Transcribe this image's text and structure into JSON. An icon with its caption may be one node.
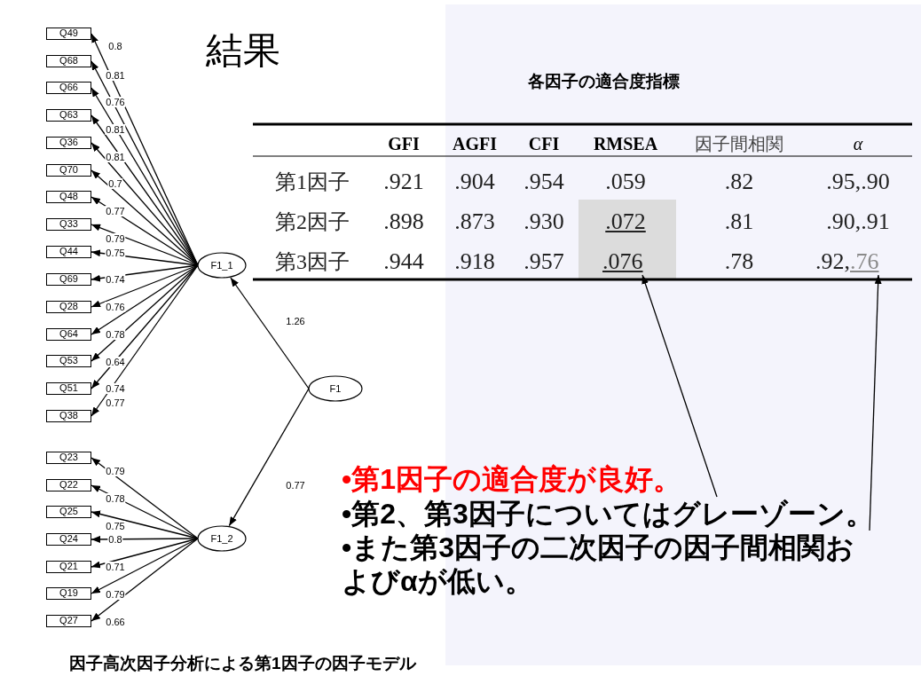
{
  "diagram": {
    "title": "結果",
    "caption": "因子高次因子分析による第1因子の因子モデル",
    "nodes": [
      {
        "text": [
          "Q49"
        ]
      },
      {
        "text": [
          "Q68"
        ]
      },
      {
        "text": [
          "Q66"
        ]
      },
      {
        "text": [
          "Q63"
        ]
      },
      {
        "text": [
          "Q36"
        ]
      },
      {
        "text": [
          "Q70"
        ]
      },
      {
        "text": [
          "Q48"
        ]
      },
      {
        "text": [
          "Q33"
        ]
      },
      {
        "text": [
          "Q44"
        ]
      },
      {
        "text": [
          "Q69"
        ]
      },
      {
        "text": [
          "Q28"
        ]
      },
      {
        "text": [
          "Q64"
        ]
      },
      {
        "text": [
          "Q53"
        ]
      },
      {
        "text": [
          "Q51"
        ]
      },
      {
        "text": [
          "Q38"
        ]
      },
      {
        "text": [
          "F1_1"
        ]
      },
      {
        "text": [
          "F1"
        ]
      },
      {
        "text": [
          "Q23"
        ]
      },
      {
        "text": [
          "Q22"
        ]
      },
      {
        "text": [
          "Q25"
        ]
      },
      {
        "text": [
          "Q24"
        ]
      },
      {
        "text": [
          "Q21"
        ]
      },
      {
        "text": [
          "Q19"
        ]
      },
      {
        "text": [
          "Q27"
        ]
      },
      {
        "text": [
          "F1_2"
        ]
      },
      {
        "text": [
          ".076"
        ]
      },
      {
        "text": [
          ".76"
        ]
      },
      {
        "text": [
          "•第1因子の適合度が良好。"
        ]
      },
      {
        "text": [
          "•第2、第3因子についてはグレーゾーン。"
        ]
      },
      {
        "text": [
          "•また第3因子の二次因子の因子間相関およびαが低い。"
        ]
      }
    ],
    "edges": [
      {
        "from": 15,
        "to": 0,
        "arrow": "to",
        "label": "0.8"
      },
      {
        "from": 15,
        "to": 1,
        "arrow": "to",
        "label": "0.81"
      },
      {
        "from": 15,
        "to": 2,
        "arrow": "to",
        "label": "0.76"
      },
      {
        "from": 15,
        "to": 3,
        "arrow": "to",
        "label": "0.81"
      },
      {
        "from": 15,
        "to": 4,
        "arrow": "to",
        "label": "0.81"
      },
      {
        "from": 15,
        "to": 5,
        "arrow": "to",
        "label": "0.7"
      },
      {
        "from": 15,
        "to": 6,
        "arrow": "to",
        "label": "0.77"
      },
      {
        "from": 15,
        "to": 7,
        "arrow": "to",
        "label": "0.79"
      },
      {
        "from": 15,
        "to": 8,
        "arrow": "to",
        "label": "0.75"
      },
      {
        "from": 15,
        "to": 9,
        "arrow": "to",
        "label": "0.74"
      },
      {
        "from": 15,
        "to": 10,
        "arrow": "to",
        "label": "0.76"
      },
      {
        "from": 15,
        "to": 11,
        "arrow": "to",
        "label": "0.78"
      },
      {
        "from": 15,
        "to": 12,
        "arrow": "to",
        "label": "0.64"
      },
      {
        "from": 15,
        "to": 13,
        "arrow": "to",
        "label": "0.74"
      },
      {
        "from": 15,
        "to": 14,
        "arrow": "to",
        "label": "0.77"
      },
      {
        "from": 16,
        "to": 15,
        "arrow": "to",
        "label": "1.26"
      },
      {
        "from": 16,
        "to": 24,
        "arrow": "to",
        "label": "0.77"
      },
      {
        "from": 24,
        "to": 17,
        "arrow": "to",
        "label": "0.79"
      },
      {
        "from": 24,
        "to": 18,
        "arrow": "to",
        "label": "0.78"
      },
      {
        "from": 24,
        "to": 19,
        "arrow": "to",
        "label": "0.75"
      },
      {
        "from": 24,
        "to": 20,
        "arrow": "to",
        "label": "0.8"
      },
      {
        "from": 24,
        "to": 21,
        "arrow": "to",
        "label": "0.71"
      },
      {
        "from": 24,
        "to": 22,
        "arrow": "to",
        "label": "0.79"
      },
      {
        "from": 24,
        "to": 23,
        "arrow": "to",
        "label": "0.66"
      },
      {
        "from": 28,
        "to": 25,
        "arrow": "to"
      },
      {
        "from": 29,
        "to": 26,
        "arrow": "to"
      }
    ],
    "labels": [
      "各因子の適合度指標",
      "GFI",
      "AGFI",
      "CFI",
      "RMSEA",
      "因子間相関",
      "α",
      "第1因子",
      ".921",
      ".904",
      ".954",
      ".059",
      ".82",
      ".95,.90",
      "第2因子",
      ".898",
      ".873",
      ".930",
      ".072",
      ".81",
      ".90,.91",
      "第3因子",
      ".944",
      ".918",
      ".957",
      ".78",
      ".92,"
    ]
  }
}
